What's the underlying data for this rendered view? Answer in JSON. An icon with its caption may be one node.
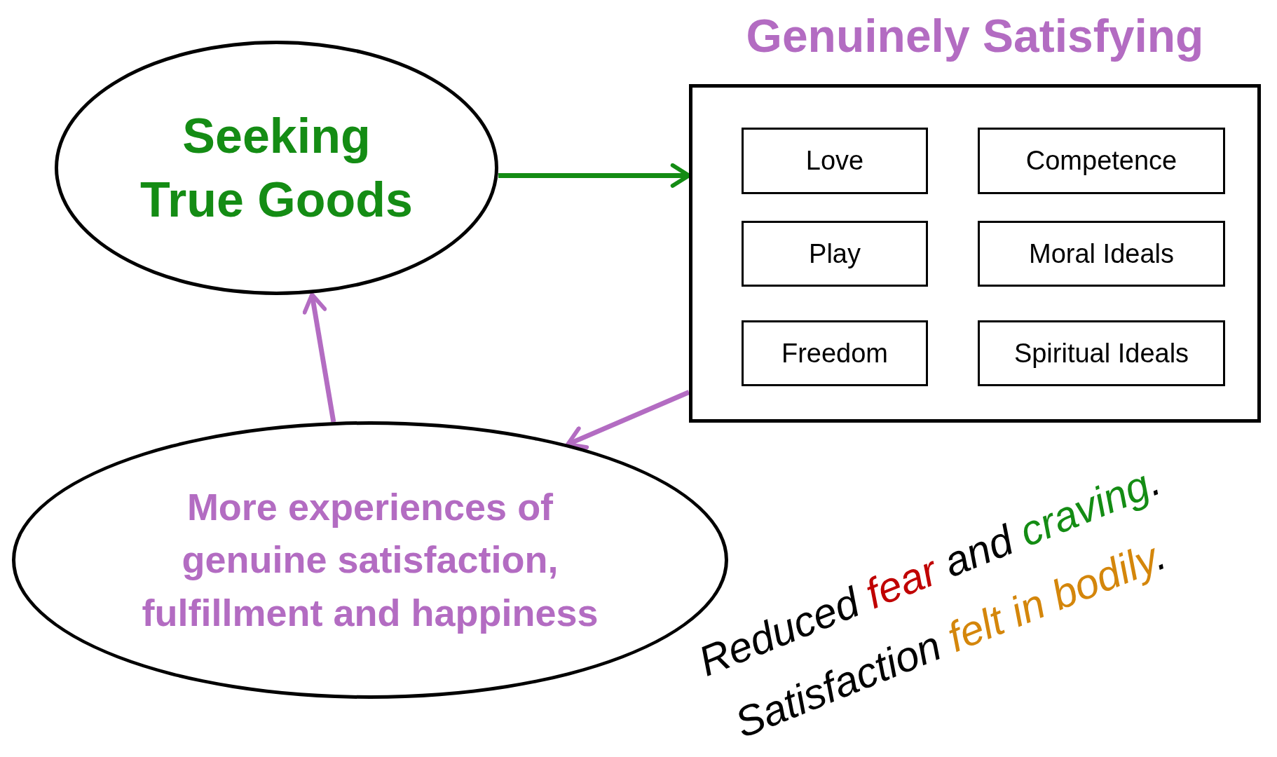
{
  "diagram": {
    "nodes": [
      {
        "text": [
          "Seeking True Goods"
        ]
      },
      {
        "text": [
          "Genuinely Satisfying"
        ]
      },
      {
        "text": [
          "Love"
        ],
        "in": 1
      },
      {
        "text": [
          "Competence"
        ],
        "in": 1
      },
      {
        "text": [
          "Play"
        ],
        "in": 1
      },
      {
        "text": [
          "Moral Ideals"
        ],
        "in": 1
      },
      {
        "text": [
          "Freedom"
        ],
        "in": 1
      },
      {
        "text": [
          "Spiritual Ideals"
        ],
        "in": 1
      },
      {
        "text": [
          "More experiences of genuine satisfaction, fulfillment and happiness"
        ]
      }
    ],
    "edges": [
      {
        "from": 0,
        "to": 1,
        "arrow": "to",
        "color": "#148c14"
      },
      {
        "from": 1,
        "to": 8,
        "arrow": "to"
      },
      {
        "from": 8,
        "to": 0,
        "arrow": "to"
      }
    ],
    "labels": [
      "Reduced fear and craving.",
      "Satisfaction felt in bodily."
    ]
  }
}
